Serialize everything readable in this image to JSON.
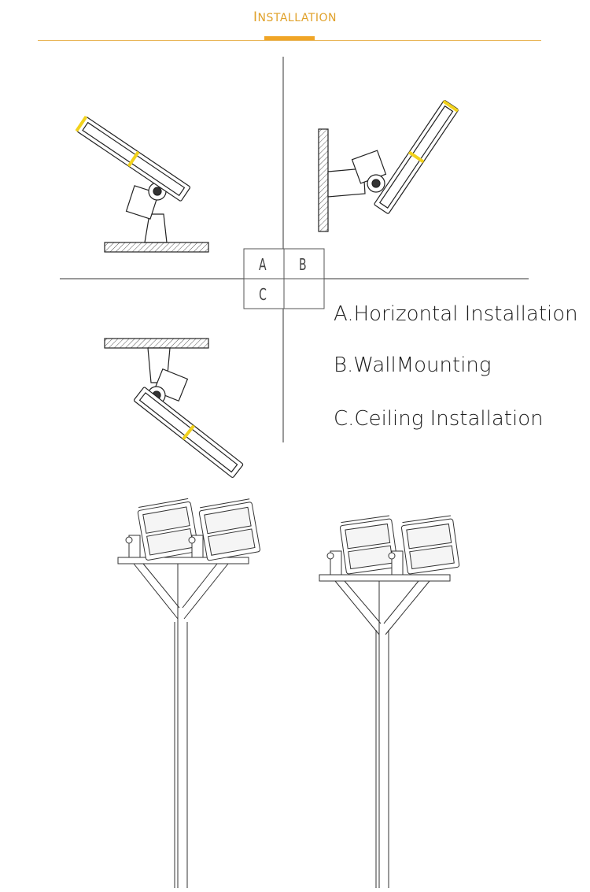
{
  "header": {
    "title_first": "I",
    "title_rest": "NSTALLATION",
    "accent_color": "#f0a526"
  },
  "grid_labels": [
    "A",
    "B",
    "C"
  ],
  "captions": [
    "A.Horizontal Installation",
    "B.WallMounting",
    "C.Ceiling Installation"
  ]
}
